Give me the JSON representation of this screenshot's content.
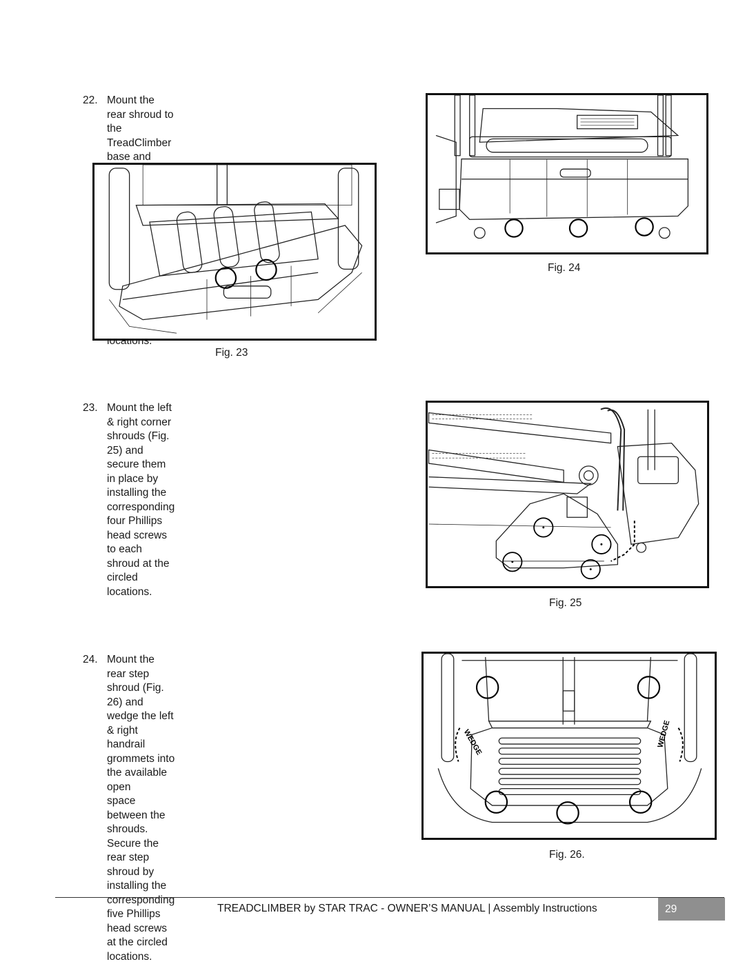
{
  "steps": [
    {
      "number": "22.",
      "text": "Mount the rear shroud to the TreadClimber base and\nsecure it in place by installing the corresponding five\nPhillips head screws to the top (Fig. 23) and lower\n(Fig. 24) sections at the circled locations."
    },
    {
      "number": "23.",
      "text": "Mount the left & right corner shrouds (Fig. 25) and\nsecure them in place by installing the corresponding\nfour Phillips head screws to each shroud at the circled\nlocations."
    },
    {
      "number": "24.",
      "text": "Mount the rear step shroud (Fig. 26) and wedge the left\n& right handrail grommets into the available open\nspace between the shrouds. Secure the rear step\nshroud by installing the corresponding five Phillips\nhead screws at the circled locations."
    }
  ],
  "figures": {
    "fig23": {
      "caption": "Fig. 23"
    },
    "fig24": {
      "caption": "Fig. 24"
    },
    "fig25": {
      "caption": "Fig. 25"
    },
    "fig26": {
      "caption": "Fig. 26.",
      "labels": [
        "WEDGE",
        "WEDGE"
      ]
    }
  },
  "footer": {
    "text": "TREADCLIMBER by STAR TRAC - OWNER’S MANUAL | Assembly Instructions",
    "page_number": "29"
  }
}
